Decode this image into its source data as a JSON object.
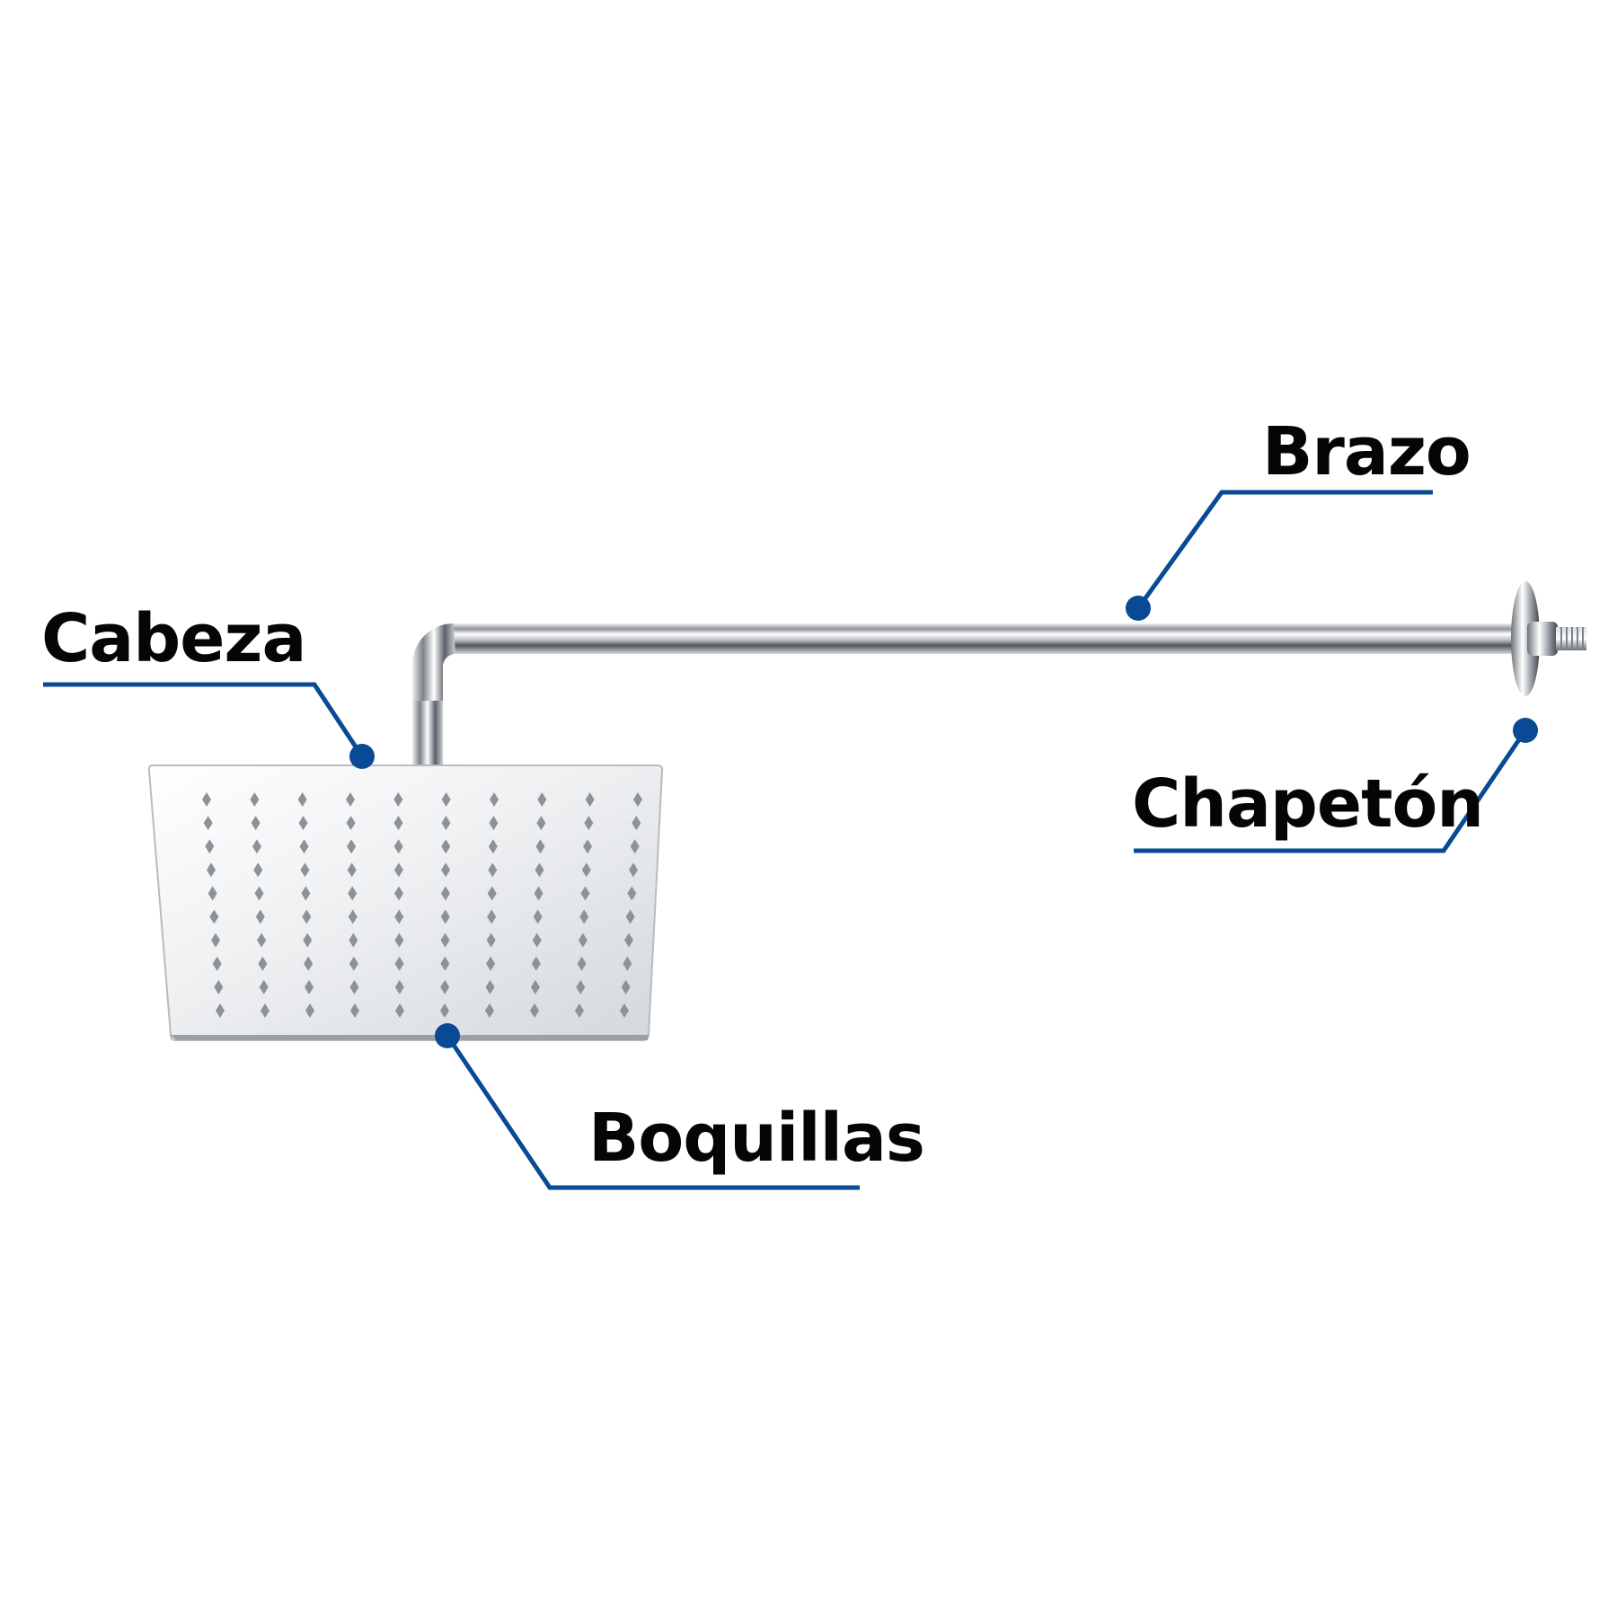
{
  "labels": {
    "cabeza": "Cabeza",
    "brazo": "Brazo",
    "chapeton": "Chapetón",
    "boquillas": "Boquillas"
  },
  "colors": {
    "callout": "#0a4a94",
    "text": "#050505",
    "background": "#ffffff"
  },
  "showerhead": {
    "nozzle_columns": 10,
    "nozzle_rows": 10
  }
}
